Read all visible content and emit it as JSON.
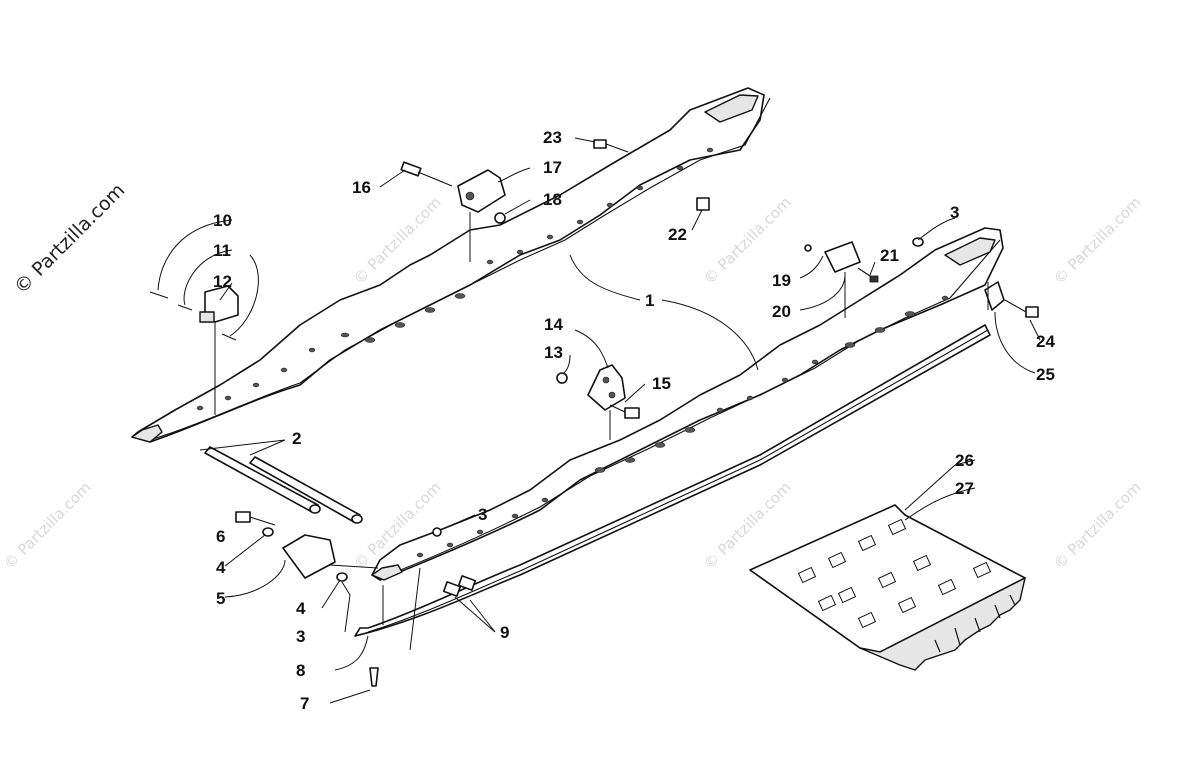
{
  "watermark": {
    "main": "© Partzilla.com",
    "repeat": "© Partzilla.com"
  },
  "callouts": [
    "1",
    "2",
    "3",
    "3",
    "3",
    "4",
    "4",
    "5",
    "6",
    "7",
    "8",
    "9",
    "10",
    "11",
    "12",
    "13",
    "14",
    "15",
    "16",
    "17",
    "18",
    "19",
    "20",
    "21",
    "22",
    "23",
    "24",
    "25",
    "26",
    "27"
  ]
}
